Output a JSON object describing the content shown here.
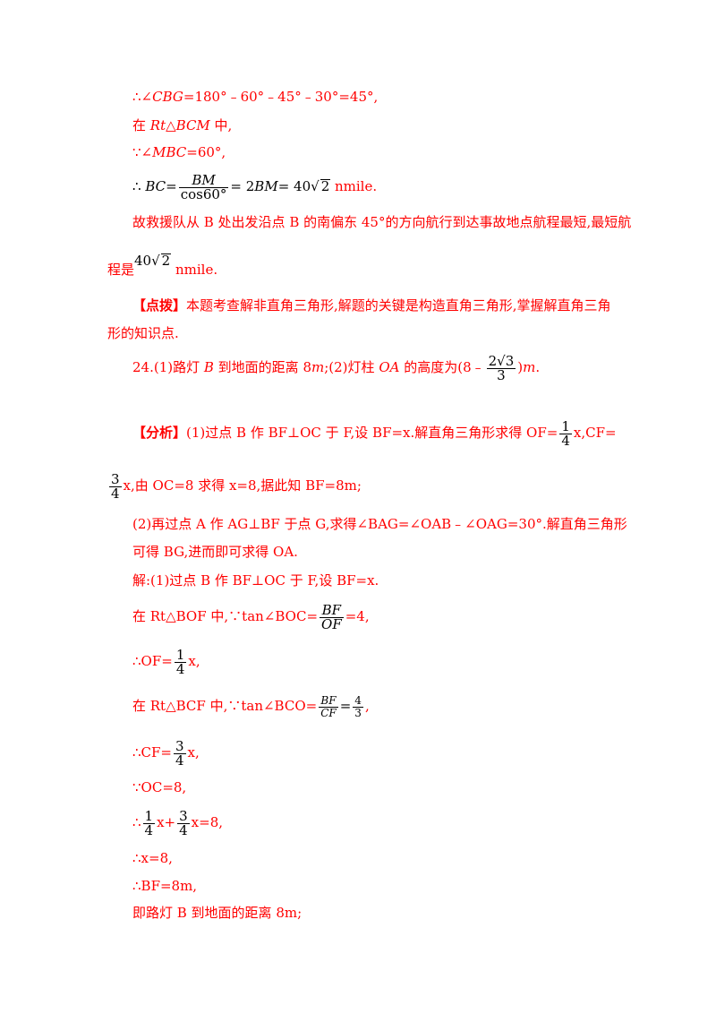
{
  "lines": {
    "l1_prefix": "∴∠",
    "l1_cbg": "CBG",
    "l1_rest": "=180°﹣60°﹣45°﹣30°=45°,",
    "l2_pre": "在 ",
    "l2_tri": "Rt△BCM",
    "l2_post": " 中,",
    "l3_pre": "∵∠",
    "l3_mbc": "MBC",
    "l3_rest": "=60°,",
    "l4_therefore": "∴",
    "l4_bc": "BC",
    "l4_eq": "=",
    "l4_num": "BM",
    "l4_den": "cos60°",
    "l4_mid": "= 2",
    "l4_bm": "BM",
    "l4_eq2": "= 40",
    "l4_rad": "2",
    "l4_unit": " nmile.",
    "l5": "故救援队从 B 处出发沿点 B 的南偏东 45°的方向航行到达事故地点航程最短,最短航",
    "l6_pre": "程是",
    "l6_val": "40",
    "l6_rad": "2",
    "l6_unit": " nmile.",
    "l7_bracket": "【点拨】",
    "l7_text": "本题考查解非直角三角形,解题的关键是构造直角三角形,掌握解直角三角",
    "l8": "形的知识点.",
    "l9_pre": "24.(1)路灯 ",
    "l9_b": "B",
    "l9_mid": " 到地面的距离 8",
    "l9_m": "m",
    "l9_mid2": ";(2)灯柱 ",
    "l9_oa": "OA",
    "l9_mid3": " 的高度为(8﹣",
    "l9_num": "2√3",
    "l9_den": "3",
    "l9_end": ")",
    "l9_m2": "m",
    "l9_dot": ".",
    "l10_bracket": "【分析】",
    "l10_text": "(1)过点 B 作 BF⊥OC 于 F,设 BF=x.解直角三角形求得 OF=",
    "l10_num": "1",
    "l10_den": "4",
    "l10_tail": "x,CF=",
    "l11_num": "3",
    "l11_den": "4",
    "l11_text": "x,由 OC=8 求得 x=8,据此知 BF=8m;",
    "l12": "(2)再过点 A 作 AG⊥BF 于点 G,求得∠BAG=∠OAB﹣∠OAG=30°.解直角三角形",
    "l13": "可得 BG,进而即可求得 OA.",
    "l14": "解:(1)过点 B 作 BF⊥OC 于 F,设 BF=x.",
    "l15_pre": "在 Rt△BOF 中,∵tan∠BOC=",
    "l15_num": "BF",
    "l15_den": "OF",
    "l15_tail": "=4,",
    "l16_pre": "∴OF=",
    "l16_num": "1",
    "l16_den": "4",
    "l16_tail": "x,",
    "l17_pre": "在 Rt△BCF 中,∵tan∠BCO=",
    "l17_num": "BF",
    "l17_den": "CF",
    "l17_eq": "=",
    "l17_num2": "4",
    "l17_den2": "3",
    "l17_tail": ",",
    "l18_pre": "∴CF=",
    "l18_num": "3",
    "l18_den": "4",
    "l18_tail": "x,",
    "l19": "∵OC=8,",
    "l20_pre": "∴",
    "l20_num1": "1",
    "l20_den1": "4",
    "l20_mid": "x+",
    "l20_num2": "3",
    "l20_den2": "4",
    "l20_tail": "x=8,",
    "l21": "∴x=8,",
    "l22": "∴BF=8m,",
    "l23": "即路灯 B 到地面的距离 8m;"
  }
}
